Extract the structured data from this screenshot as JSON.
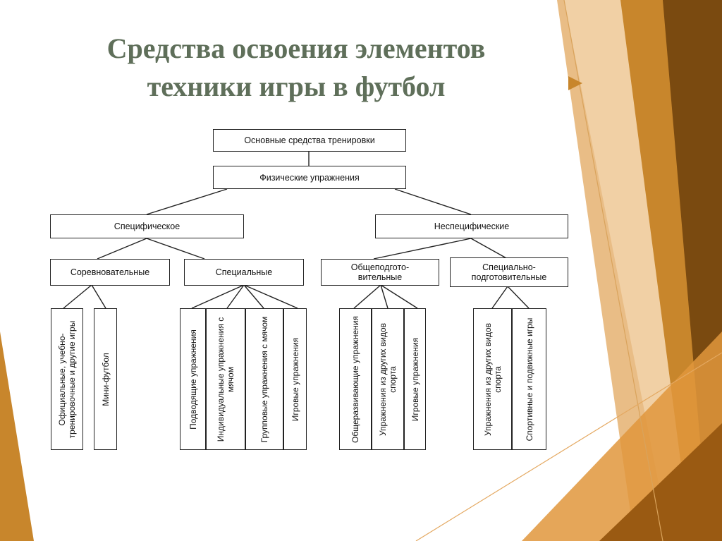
{
  "title": {
    "line1": "Средства освоения элементов",
    "line2": "техники игры в футбол"
  },
  "colors": {
    "title": "#5f6f5a",
    "accent_dark": "#7a4a10",
    "accent_mid": "#c8862c",
    "accent_light": "#e6b476"
  },
  "diagram": {
    "root": "Основные средства тренировки",
    "level1": "Физические упражнения",
    "level2": {
      "specific": "Специфическое",
      "nonspecific": "Неспецифические"
    },
    "level3": {
      "competitive": "Соревновательные",
      "special": "Специальные",
      "general": "Общеподгото-вительные",
      "special_prep": "Специально-подготовительные"
    },
    "leaves": {
      "competitive": [
        "Официальные, учебно-тренировочные и другие игры",
        "Мини-футбол"
      ],
      "special": [
        "Подводящие упражнения",
        "Индивидуальные упражнения с мячом",
        "Групповые упражнения с мячом",
        "Игровые упражнения"
      ],
      "general": [
        "Общеразвивающие упражнения",
        "Упражнения из других видов спорта",
        "Игровые упражнения"
      ],
      "special_prep": [
        "Упражнения из других видов спорта",
        "Спортивные и подвижные игры"
      ]
    }
  }
}
